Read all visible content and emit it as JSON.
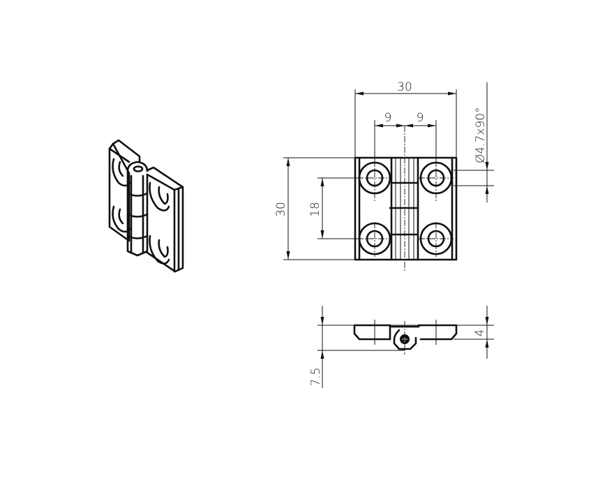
{
  "drawing": {
    "title": "Hinge technical drawing",
    "views": [
      "isometric",
      "front",
      "bottom"
    ],
    "line_color": "#111111",
    "background": "#ffffff"
  },
  "dimensions": {
    "overall_width": "30",
    "hole_offset_left": "9",
    "hole_offset_right": "9",
    "countersink": "Ø4.7x90°",
    "overall_height": "30",
    "hole_spacing": "18",
    "leaf_thickness": "4",
    "knuckle_height": "7.5"
  }
}
